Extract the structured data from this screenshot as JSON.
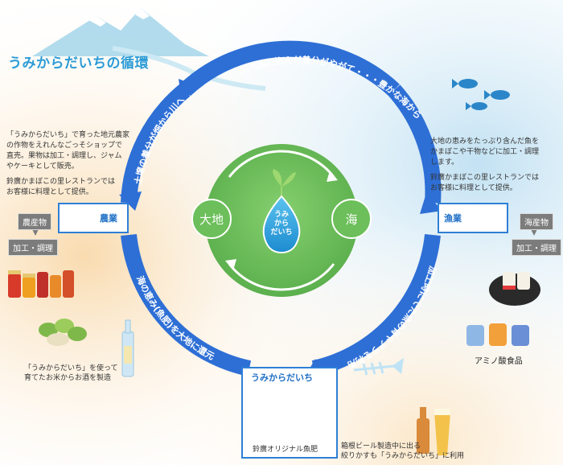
{
  "page_title": "うみからだいちの循環",
  "arcs": {
    "top": "川へ流れ込んだ養分がやがて・・・豊かな海から魚へ",
    "left_top": "土壌の養分が畑から川へ",
    "right": "加工時にでた魚の骨やアラを利用",
    "left_bottom": "海の恵み(魚肥)を大地に還元"
  },
  "center": {
    "land": "大地",
    "sea": "海",
    "drop_line1": "うみ",
    "drop_line2": "から",
    "drop_line3": "だいち"
  },
  "agriculture": {
    "box_label": "農業",
    "desc_lines": [
      "「うみからだいち」で育った地元農家",
      "の作物をえれんなごっそショップで",
      "直売。果物は加工・調理し、ジャム",
      "やケーキとして販売。",
      "",
      "鈴廣かまぼこの里レストランでは",
      "お客様に料理として提供。"
    ],
    "chip_product": "農産物",
    "chip_process": "加工・調理",
    "caption_lines": [
      "「うみからだいち」を使って",
      "育てたお米からお酒を製造"
    ]
  },
  "fishery": {
    "box_label": "漁業",
    "desc_lines": [
      "大地の恵みをたっぷり含んだ魚を",
      "かまぼこや干物などに加工・調理",
      "します。",
      "",
      "鈴廣かまぼこの里レストランでは",
      "お客様に料理として提供。"
    ],
    "chip_product": "海産物",
    "chip_process": "加工・調理",
    "amino_label": "アミノ酸食品"
  },
  "fertilizer": {
    "box_label": "うみからだいち",
    "caption": "鈴廣オリジナル魚肥",
    "beer_lines": [
      "箱根ビール製造中に出る",
      "絞りかすも「うみからだいち」に利用"
    ]
  },
  "colors": {
    "ring_blue": "#2e6fd6",
    "center_green": "#6cbf5a",
    "accent_sky": "#2b9bd6"
  }
}
